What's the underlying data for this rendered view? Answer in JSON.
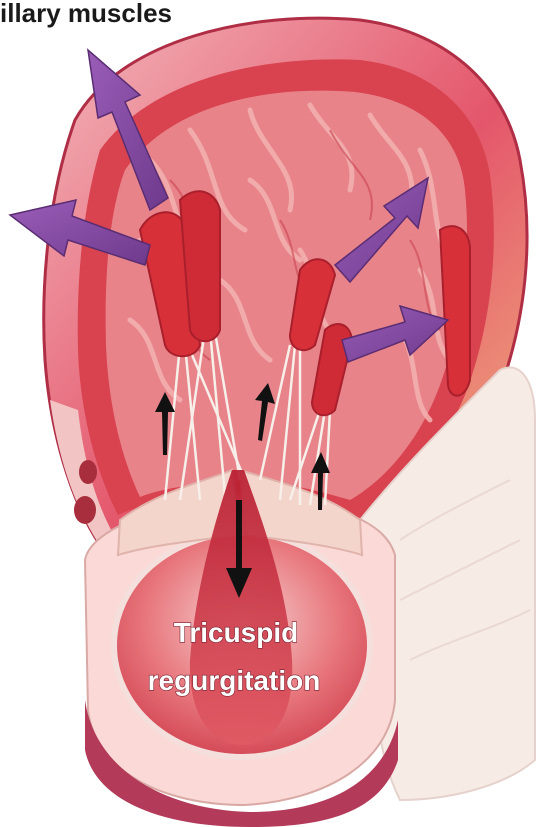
{
  "labels": {
    "top_label": "illary muscles",
    "center_label_line1": "Tricuspid",
    "center_label_line2": "regurgitation"
  },
  "colors": {
    "background": "#ffffff",
    "outer_wall": "#e4566b",
    "outer_wall_rim": "#c9354a",
    "chamber_interior": "#e56a6f",
    "trabeculae": "#f2a3a0",
    "papillary_muscle": "#d83039",
    "chordae": "#f7efe9",
    "leaflet": "#f4d5cc",
    "regurgitant_jet": "#c8283a",
    "annulus_ring": "#fbd9d6",
    "arrow_purple": "#8a4ea8",
    "arrow_black": "#111111",
    "pale_tissue": "#f7ebe6"
  },
  "icons": {
    "outward_arrows": "purple-outward-arrow",
    "upward_arrows": "black-upward-arrow",
    "downward_arrow": "black-downward-arrow"
  }
}
